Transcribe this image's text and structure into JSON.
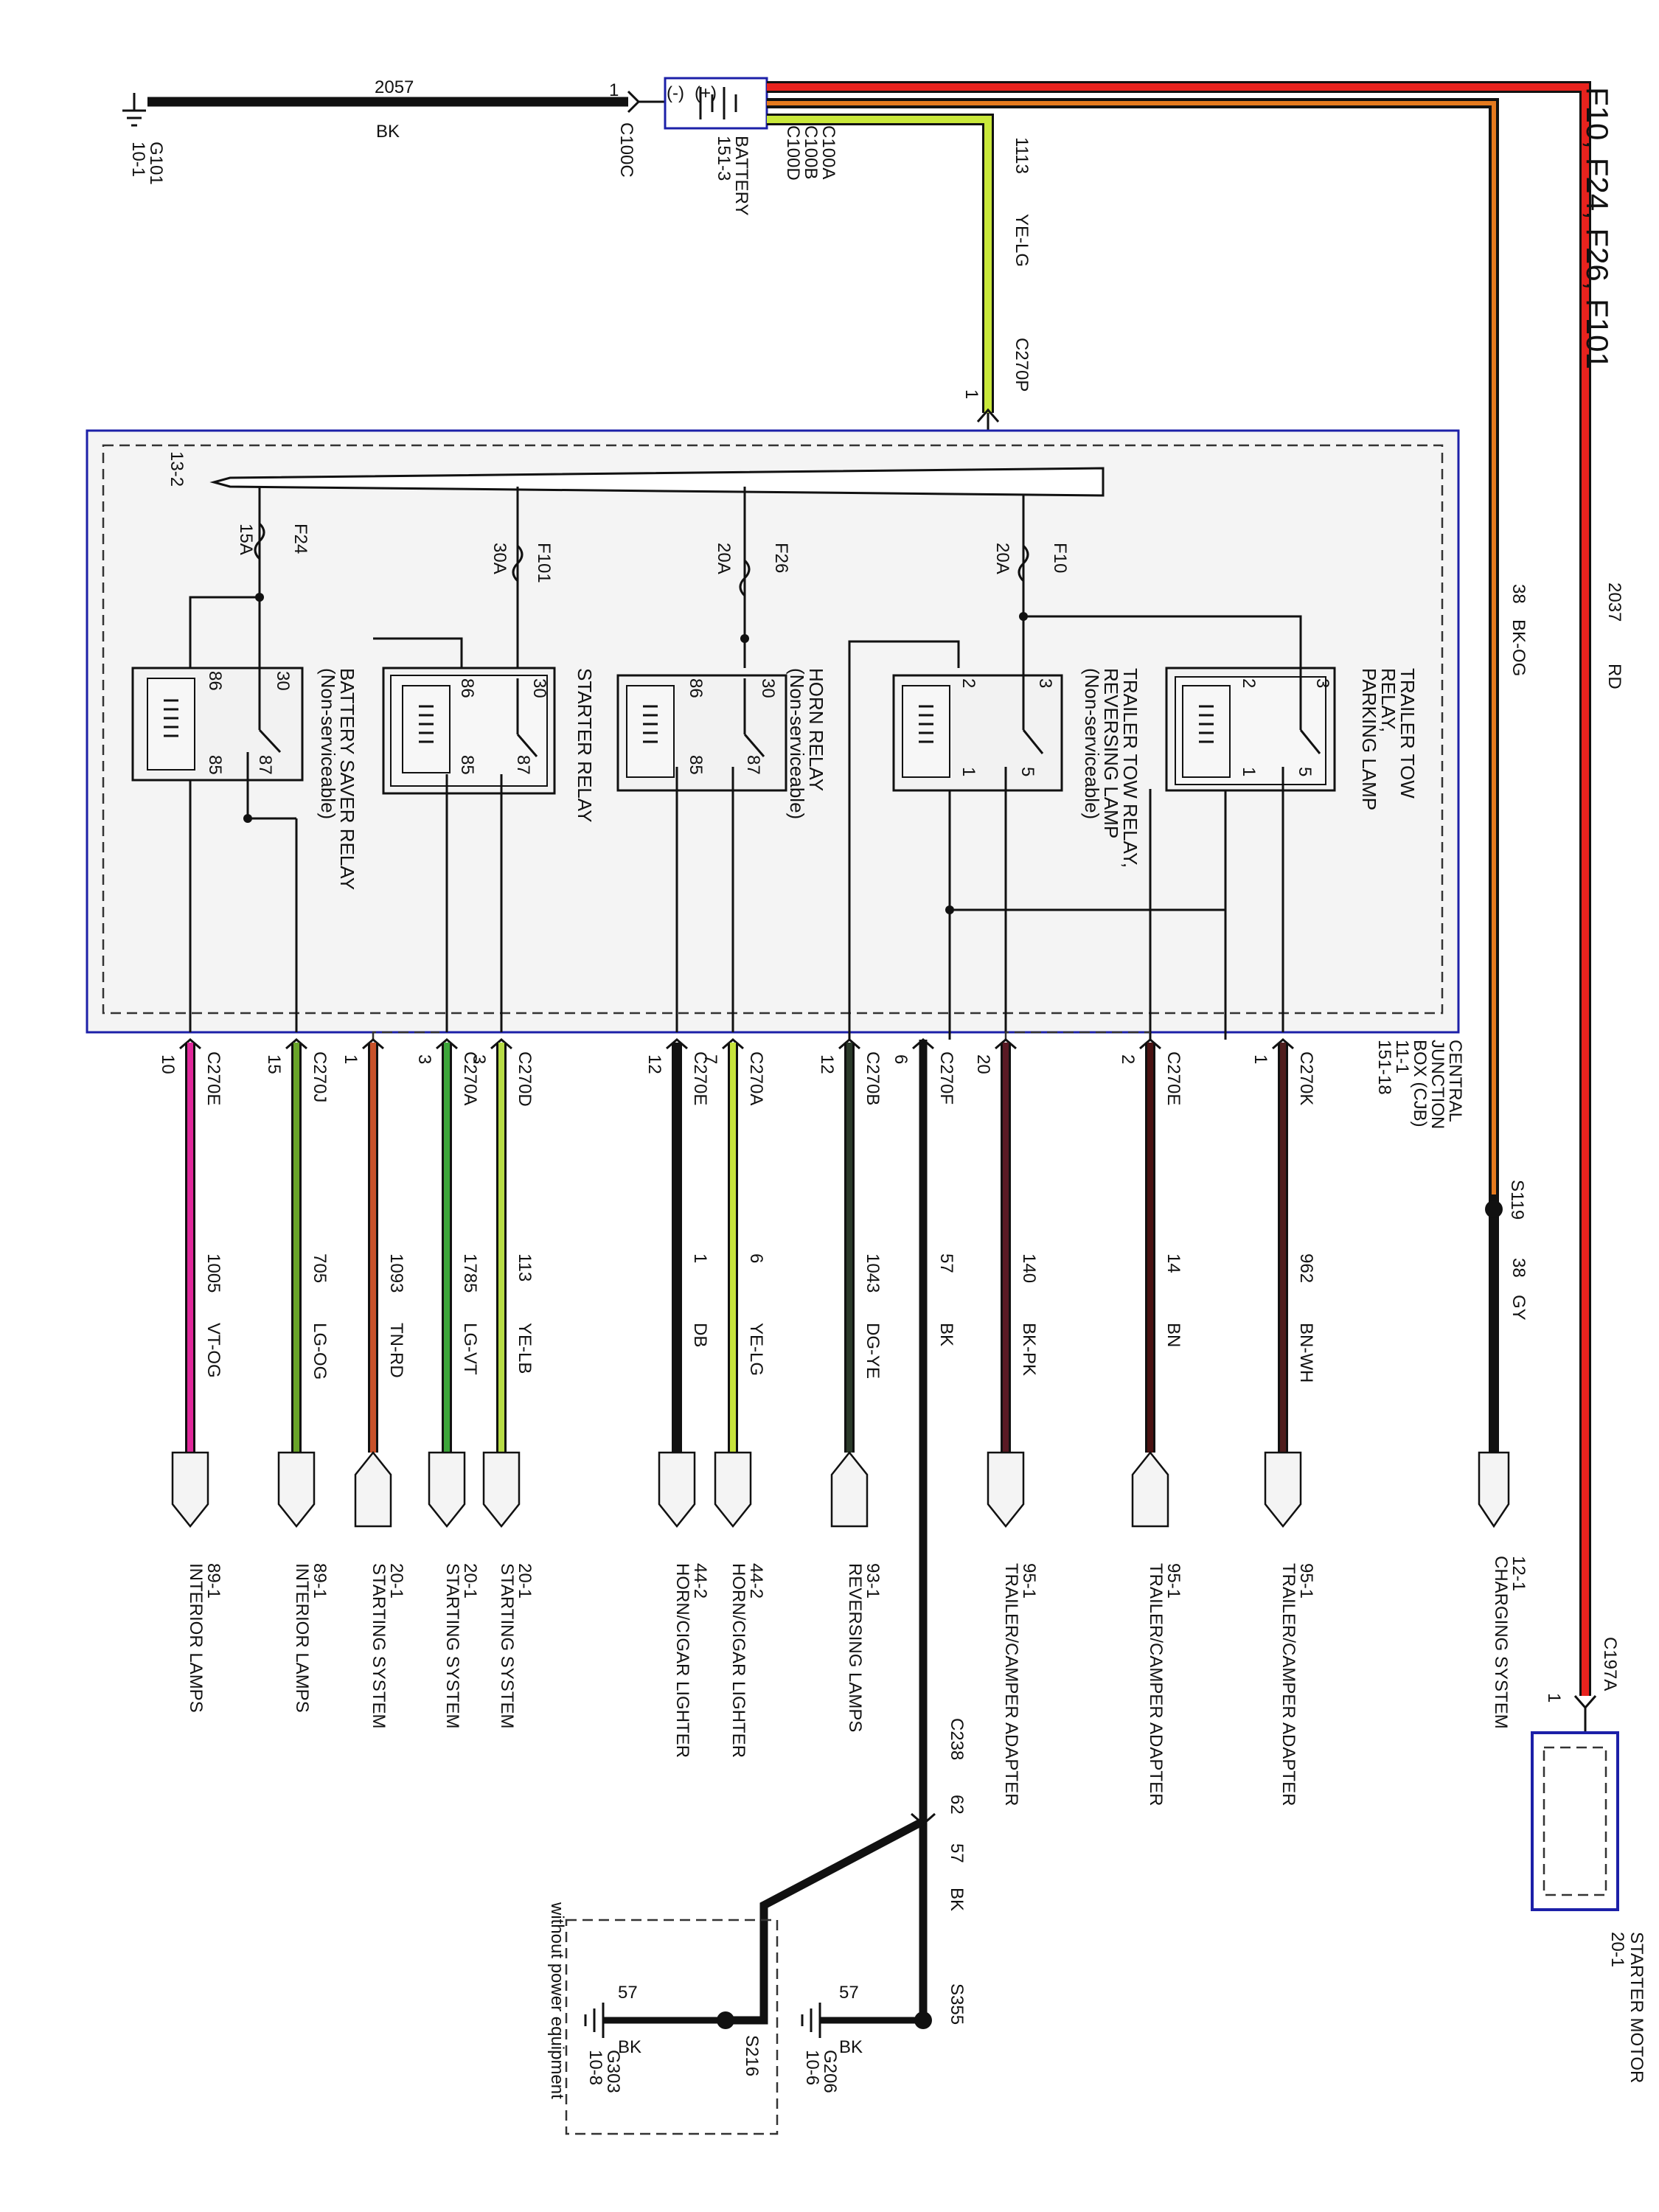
{
  "title": "F10, F24, F26, F101",
  "top": {
    "ground_g101": {
      "name": "G101",
      "ref": "10-1"
    },
    "wire_2057": {
      "circuit": "2057",
      "color": "BK"
    },
    "c100c": {
      "label": "C100C",
      "pin": "1"
    },
    "battery": {
      "label": "BATTERY",
      "ref": "151-3",
      "plus": "(+)",
      "minus": "(-)",
      "connectors": [
        "C100A",
        "C100B",
        "C100D"
      ]
    },
    "feed_1113": {
      "circuit": "1113",
      "color": "YE-LG"
    },
    "c270p": {
      "label": "C270P",
      "pin": "1"
    },
    "wire_2037": {
      "circuit": "2037",
      "color": "RD"
    },
    "wire_38": {
      "circuit": "38",
      "color": "BK-OG"
    }
  },
  "cjb": {
    "label": [
      "CENTRAL",
      "JUNCTION",
      "BOX (CJB)",
      "11-1",
      "151-18"
    ],
    "bus_ref": "13-2"
  },
  "fuses": [
    {
      "id": "F24",
      "amps": "15A"
    },
    {
      "id": "F101",
      "amps": "30A"
    },
    {
      "id": "F26",
      "amps": "20A"
    },
    {
      "id": "F10",
      "amps": "20A"
    }
  ],
  "relays": [
    {
      "name": [
        "BATTERY SAVER RELAY",
        "(Non-serviceable)"
      ],
      "pins": [
        "30",
        "86",
        "87",
        "85"
      ]
    },
    {
      "name": [
        "STARTER RELAY"
      ],
      "pins": [
        "30",
        "86",
        "87",
        "85"
      ]
    },
    {
      "name": [
        "HORN RELAY",
        "(Non-serviceable)"
      ],
      "pins": [
        "30",
        "86",
        "87",
        "85"
      ]
    },
    {
      "name": [
        "TRAILER TOW RELAY,",
        "REVERSING LAMP",
        "(Non-serviceable)"
      ],
      "pins": [
        "3",
        "2",
        "5",
        "1"
      ]
    },
    {
      "name": [
        "TRAILER TOW",
        "RELAY,",
        "PARKING LAMP"
      ],
      "pins": [
        "3",
        "2",
        "5",
        "1"
      ]
    }
  ],
  "circuits": [
    {
      "conn": "C270E",
      "pin": "10",
      "circuit": "1005",
      "color": "VT-OG",
      "hex": "#e0289a",
      "ref": "89-1",
      "dest": "INTERIOR LAMPS"
    },
    {
      "conn": "C270J",
      "pin": "15",
      "circuit": "705",
      "color": "LG-OG",
      "hex": "#6aa52a",
      "ref": "89-1",
      "dest": "INTERIOR LAMPS"
    },
    {
      "conn": "",
      "pin": "1",
      "circuit": "1093",
      "color": "TN-RD",
      "hex": "#c8522a",
      "ref": "20-1",
      "dest": "STARTING SYSTEM"
    },
    {
      "conn": "C270A",
      "pin": "3",
      "circuit": "1785",
      "color": "LG-VT",
      "hex": "#3da63a",
      "ref": "20-1",
      "dest": "STARTING SYSTEM"
    },
    {
      "conn": "C270D",
      "pin": "3",
      "circuit": "113",
      "color": "YE-LB",
      "hex": "#b7dc45",
      "ref": "20-1",
      "dest": "STARTING SYSTEM"
    },
    {
      "conn": "C270E",
      "pin": "12",
      "circuit": "1",
      "color": "DB",
      "hex": "#111111",
      "ref": "44-2",
      "dest": "HORN/CIGAR LIGHTER"
    },
    {
      "conn": "C270A",
      "pin": "7",
      "circuit": "6",
      "color": "YE-LG",
      "hex": "#c7e33c",
      "ref": "44-2",
      "dest": "HORN/CIGAR LIGHTER"
    },
    {
      "conn": "C270B",
      "pin": "12",
      "circuit": "1043",
      "color": "DG-YE",
      "hex": "#2b3a2a",
      "ref": "93-1",
      "dest": "REVERSING LAMPS"
    },
    {
      "conn": "C270F",
      "pin": "6",
      "circuit": "57",
      "color": "BK",
      "hex": "#111111",
      "ref": "",
      "dest": ""
    },
    {
      "conn": "",
      "pin": "20",
      "circuit": "140",
      "color": "BK-PK",
      "hex": "#5a1a24",
      "ref": "95-1",
      "dest": "TRAILER/CAMPER ADAPTER"
    },
    {
      "conn": "C270E",
      "pin": "2",
      "circuit": "14",
      "color": "BN",
      "hex": "#4a1212",
      "ref": "95-1",
      "dest": "TRAILER/CAMPER ADAPTER"
    },
    {
      "conn": "C270K",
      "pin": "1",
      "circuit": "962",
      "color": "BN-WH",
      "hex": "#4f1d1d",
      "ref": "95-1",
      "dest": "TRAILER/CAMPER ADAPTER"
    }
  ],
  "right": {
    "splice": "S119",
    "circuit": "38",
    "color": "GY",
    "ref": "12-1",
    "dest": "CHARGING SYSTEM",
    "c197a": {
      "label": "C197A",
      "pin": "1"
    },
    "starter_motor": {
      "label": "STARTER MOTOR",
      "ref": "20-1"
    }
  },
  "bottom": {
    "c238": "C238",
    "c238_pin": "62",
    "wire_57": {
      "circuit": "57",
      "color": "BK"
    },
    "s355": "S355",
    "g206": {
      "name": "G206",
      "ref": "10-6"
    },
    "s216": "S216",
    "g303": {
      "name": "G303",
      "ref": "10-8"
    },
    "note": "without power equipment"
  },
  "colors": {
    "red": "#e8231e",
    "orange": "#e57a1e",
    "yellow_green": "#c9e83a",
    "box": "#1c20a8"
  }
}
